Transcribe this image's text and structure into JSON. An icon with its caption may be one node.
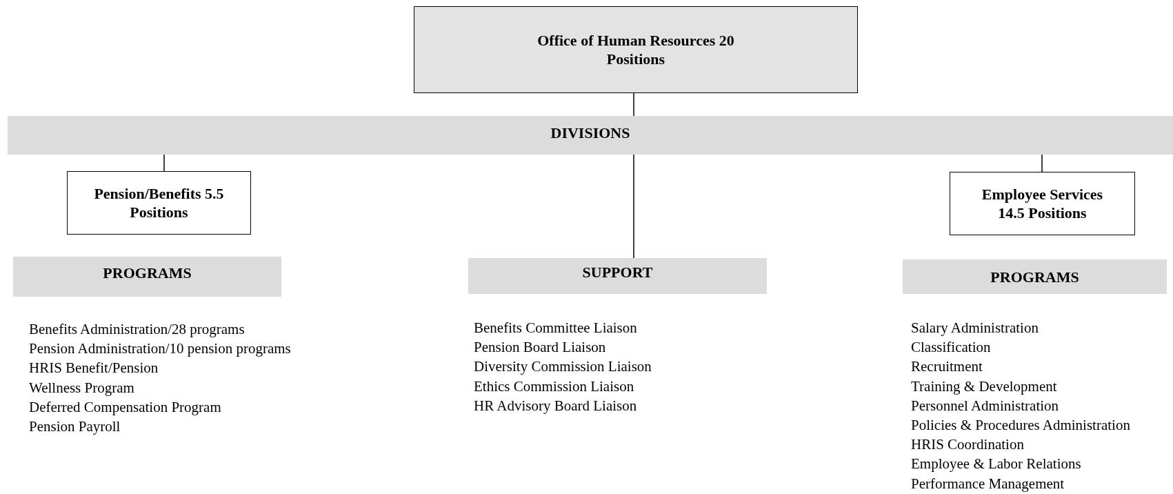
{
  "diagram": {
    "nodes": [
      {
        "text": [
          "Office of Human Resources 20 Positions"
        ]
      },
      {
        "text": [
          "DIVISIONS"
        ]
      },
      {
        "text": [
          "Pension/Benefits 5.5 Positions"
        ]
      },
      {
        "text": [
          "Employee Services 14.5 Positions"
        ]
      },
      {
        "text": [
          "PROGRAMS"
        ]
      },
      {
        "text": [
          "SUPPORT"
        ]
      },
      {
        "text": [
          "PROGRAMS"
        ]
      }
    ],
    "edges": [
      {
        "from": 0,
        "to": 1,
        "arrow": "none"
      },
      {
        "from": 1,
        "to": 2,
        "arrow": "none"
      },
      {
        "from": 1,
        "to": 5,
        "arrow": "none"
      },
      {
        "from": 1,
        "to": 3,
        "arrow": "none"
      }
    ],
    "labels": [
      "Benefits Administration/28 programs",
      "Pension Administration/10 pension programs",
      "HRIS Benefit/Pension",
      "Wellness Program",
      "Deferred Compensation Program",
      "Pension Payroll",
      "Benefits Committee Liaison",
      "Pension Board Liaison",
      "Diversity Commission Liaison",
      "Ethics Commission Liaison",
      "HR Advisory Board Liaison",
      "Salary Administration",
      "Classification",
      "Recruitment",
      "Training & Development",
      "Personnel Administration",
      "Policies & Procedures Administration",
      "HRIS Coordination",
      "Employee & Labor Relations",
      "Performance Management"
    ]
  }
}
